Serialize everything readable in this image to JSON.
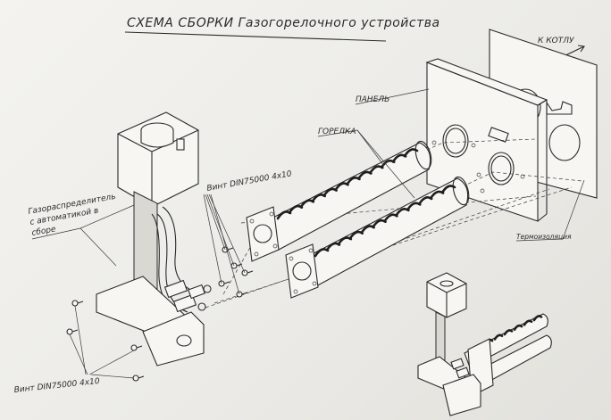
{
  "title": "СХЕМА СБОРКИ Газогорелочного устройства",
  "labels": {
    "to_boiler": "К КОТЛУ",
    "panel": "ПАНЕЛЬ",
    "burner": "ГОРЕЛКА",
    "screw_top": "Винт DIN75000 4х10",
    "screw_bottom": "Винт DIN75000 4х10",
    "distributor_line1": "Газораспределитель",
    "distributor_line2": "с автоматикой в",
    "distributor_line3": "сборе",
    "insulation": "Термоизоляция"
  },
  "colors": {
    "line": "#2a2a2a",
    "paper": "#f4f3ef",
    "slot": "#1e1e1e"
  },
  "icons": {
    "arrow": "arrow-up-right-icon"
  }
}
